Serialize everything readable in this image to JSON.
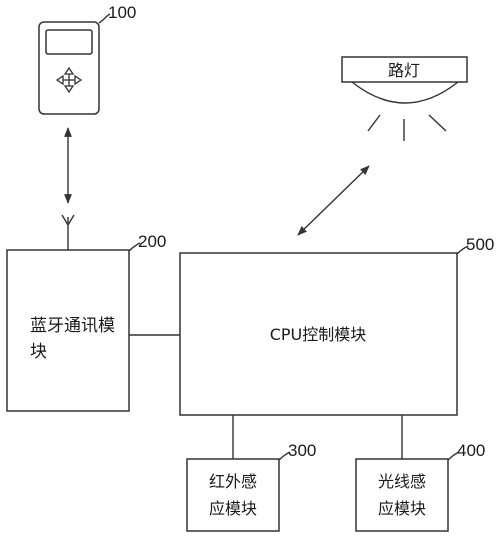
{
  "refs": {
    "remote": "100",
    "bluetooth": "200",
    "infrared": "300",
    "light": "400",
    "cpu": "500"
  },
  "labels": {
    "street_lamp": "路灯",
    "bluetooth_line1": "蓝牙通讯模",
    "bluetooth_line2": "块",
    "cpu": "CPU控制模块",
    "infrared_line1": "红外感",
    "infrared_line2": "应模块",
    "light_line1": "光线感",
    "light_line2": "应模块"
  }
}
